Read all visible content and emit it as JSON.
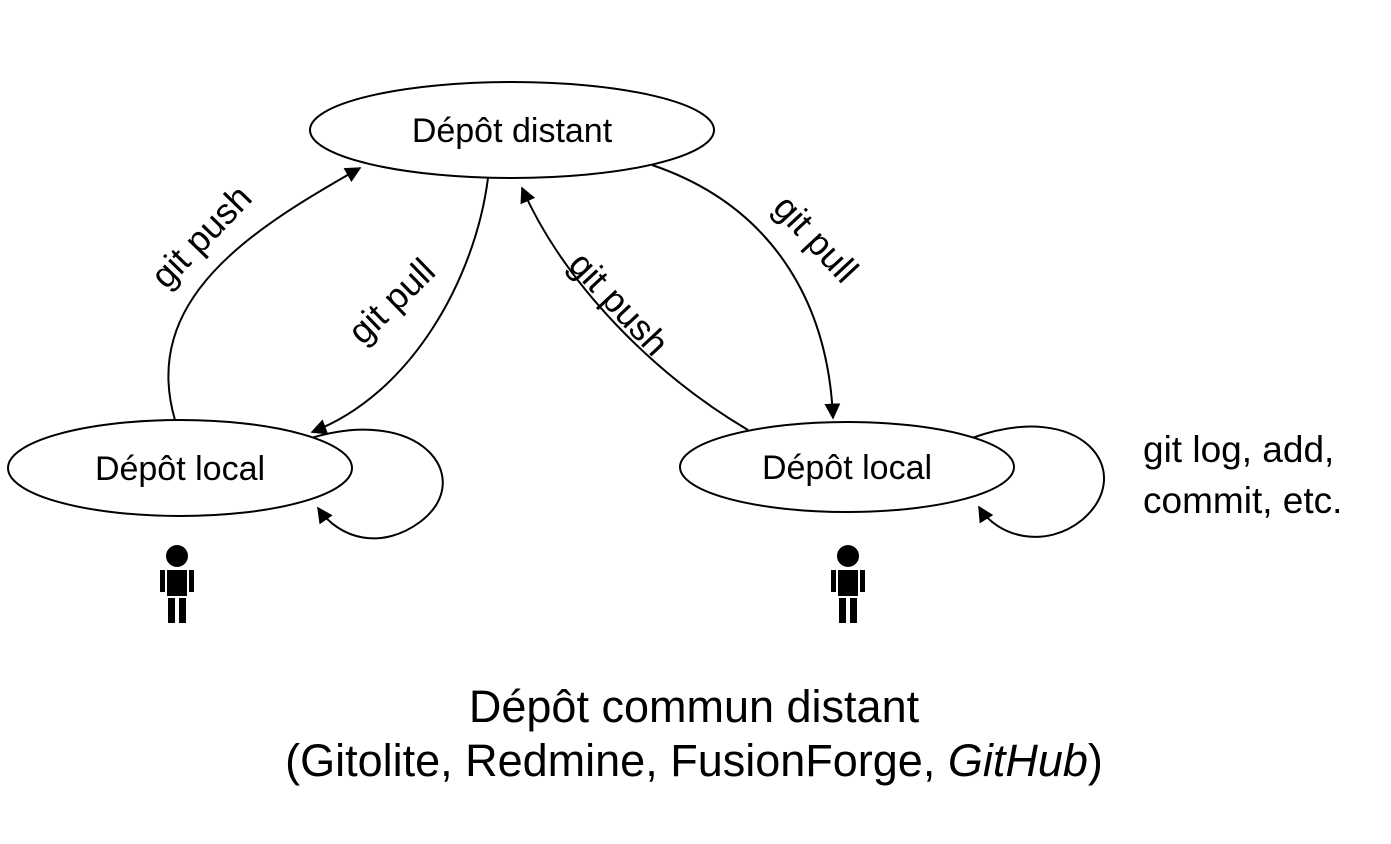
{
  "diagram": {
    "nodes": {
      "remote": {
        "label": "Dépôt distant"
      },
      "local_left": {
        "label": "Dépôt local"
      },
      "local_right": {
        "label": "Dépôt local"
      }
    },
    "edges": {
      "push_left": {
        "label": "git push"
      },
      "pull_left": {
        "label": "git pull"
      },
      "push_right": {
        "label": "git push"
      },
      "pull_right": {
        "label": "git pull"
      }
    },
    "self_loop": {
      "label_line1": "git log, add,",
      "label_line2": "commit, etc."
    },
    "caption": {
      "line1": "Dépôt commun distant",
      "line2_prefix": "(Gitolite, Redmine, FusionForge, ",
      "line2_italic": "GitHub",
      "line2_suffix": ")"
    },
    "colors": {
      "line": "#000000",
      "caption": "#a52a2a"
    }
  }
}
